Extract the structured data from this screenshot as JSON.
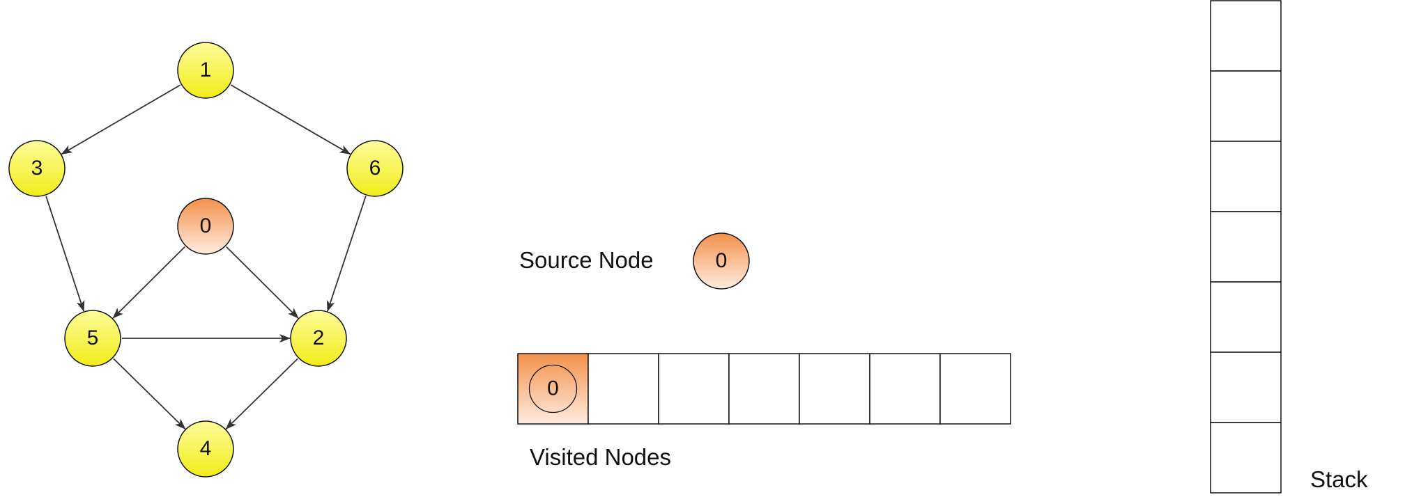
{
  "graph": {
    "nodes": [
      {
        "id": "1",
        "label": "1",
        "kind": "unvisited"
      },
      {
        "id": "3",
        "label": "3",
        "kind": "unvisited"
      },
      {
        "id": "6",
        "label": "6",
        "kind": "unvisited"
      },
      {
        "id": "0",
        "label": "0",
        "kind": "source"
      },
      {
        "id": "5",
        "label": "5",
        "kind": "unvisited"
      },
      {
        "id": "2",
        "label": "2",
        "kind": "unvisited"
      },
      {
        "id": "4",
        "label": "4",
        "kind": "unvisited"
      }
    ],
    "edges": [
      {
        "from": "1",
        "to": "3"
      },
      {
        "from": "1",
        "to": "6"
      },
      {
        "from": "3",
        "to": "5"
      },
      {
        "from": "6",
        "to": "2"
      },
      {
        "from": "0",
        "to": "5"
      },
      {
        "from": "0",
        "to": "2"
      },
      {
        "from": "5",
        "to": "2"
      },
      {
        "from": "5",
        "to": "4"
      },
      {
        "from": "2",
        "to": "4"
      }
    ]
  },
  "source_node": {
    "label": "Source Node",
    "value": "0"
  },
  "visited_nodes": {
    "label": "Visited Nodes",
    "cells": [
      "0",
      "",
      "",
      "",
      "",
      "",
      ""
    ]
  },
  "stack": {
    "label": "Stack",
    "cells": [
      "",
      "",
      "",
      "",
      "",
      "",
      ""
    ]
  },
  "colors": {
    "unvisited_top": "#fdfd9a",
    "unvisited_bottom": "#f2ec1a",
    "source_top": "#f3914a",
    "source_bottom": "#ffece0",
    "edge": "#333333",
    "stroke": "#111111"
  }
}
